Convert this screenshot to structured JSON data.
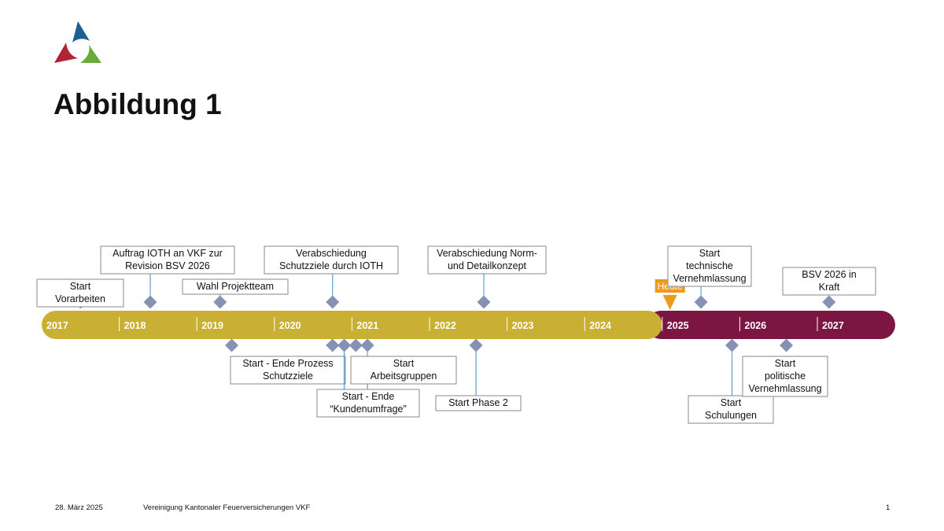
{
  "page": {
    "title": "Abbildung 1",
    "footer_date": "28. März 2025",
    "footer_org": "Vereinigung Kantonaler Feuerversicherungen VKF",
    "page_number": "1"
  },
  "colors": {
    "past_bar": "#c9b033",
    "future_bar": "#7b1541",
    "marker": "#8592b3",
    "connector": "#5aa0d6",
    "today_marker": "#ee9a1e",
    "label_border": "#8a8a8a",
    "logo_blue": "#1e5f93",
    "logo_red": "#b22334",
    "logo_green": "#6aaa3a"
  },
  "icons": {
    "logo": "vkf-logo-icon",
    "milestone": "diamond-icon",
    "today": "triangle-down-icon"
  },
  "timeline": {
    "years": [
      "2017",
      "2018",
      "2019",
      "2020",
      "2021",
      "2022",
      "2023",
      "2024",
      "2025",
      "2026",
      "2027"
    ],
    "today_label": "Heute",
    "today_position": 2025.1,
    "milestones": [
      {
        "label": "Start Vorarbeiten",
        "date": 2017.5,
        "side": "above"
      },
      {
        "label": "Auftrag IOTH an VKF zur Revision BSV 2026",
        "date": 2018.4,
        "side": "above"
      },
      {
        "label": "Wahl Projektteam",
        "date": 2019.3,
        "side": "above"
      },
      {
        "label": "Verabschiedung Schutzziele durch IOTH",
        "date": 2020.75,
        "side": "above"
      },
      {
        "label": "Verabschiedung Norm- und Detailkonzept",
        "date": 2022.7,
        "side": "above"
      },
      {
        "label": "Start technische Vernehmlassung",
        "date": 2025.5,
        "side": "above"
      },
      {
        "label": "BSV 2026 in Kraft",
        "date": 2027.15,
        "side": "above"
      },
      {
        "label": "Start - Ende Prozess Schutzziele",
        "date": 2019.45,
        "side": "below"
      },
      {
        "label": "Start - Ende Prozess Schutzziele",
        "date": 2020.75,
        "side": "below"
      },
      {
        "label": "Start - Ende “Kundenumfrage”",
        "date": 2020.9,
        "side": "below"
      },
      {
        "label": "Start - Ende “Kundenumfrage”",
        "date": 2021.2,
        "side": "below"
      },
      {
        "label": "Start Arbeitsgruppen",
        "date": 2021.05,
        "side": "below"
      },
      {
        "label": "Start Phase 2",
        "date": 2022.6,
        "side": "below"
      },
      {
        "label": "Start Schulungen",
        "date": 2025.9,
        "side": "below"
      },
      {
        "label": "Start politische Vernehmlassung",
        "date": 2026.6,
        "side": "below"
      }
    ]
  }
}
